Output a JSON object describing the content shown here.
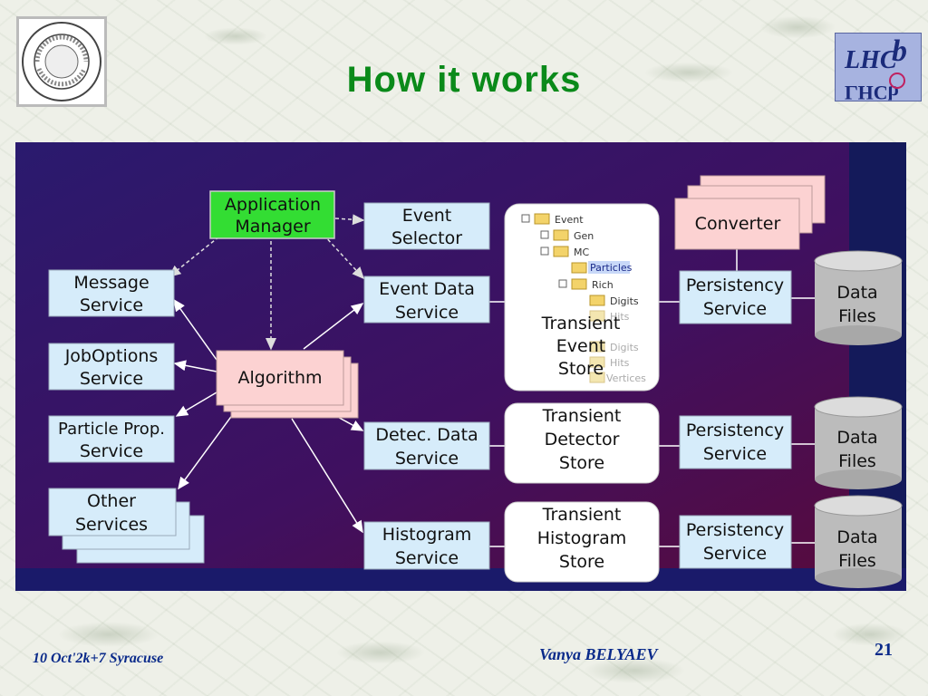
{
  "slide": {
    "title": "How it works",
    "footer_left": "10 Oct'2k+7  Syracuse",
    "footer_author": "Vanya  BELYAEV",
    "page_number": "21"
  },
  "logos": {
    "left": "syracuse-university-seal",
    "right": "lhcb-logo"
  },
  "diagram": {
    "application_manager": [
      "Application",
      "Manager"
    ],
    "event_selector": [
      "Event",
      "Selector"
    ],
    "message_service": [
      "Message",
      "Service"
    ],
    "joboptions_service": [
      "JobOptions",
      "Service"
    ],
    "particle_prop_service": [
      "Particle Prop.",
      "Service"
    ],
    "other_services": [
      "Other",
      "Services"
    ],
    "algorithm": "Algorithm",
    "event_data_service": [
      "Event Data",
      "Service"
    ],
    "detec_data_service": [
      "Detec. Data",
      "Service"
    ],
    "histogram_service": [
      "Histogram",
      "Service"
    ],
    "transient_event_store": [
      "Transient",
      "Event",
      "Store"
    ],
    "transient_detector_store": [
      "Transient",
      "Detector",
      "Store"
    ],
    "transient_histogram_store": [
      "Transient",
      "Histogram",
      "Store"
    ],
    "converter": "Converter",
    "persistency_service": [
      "Persistency",
      "Service"
    ],
    "data_files": [
      "Data",
      "Files"
    ],
    "event_tree": [
      "Event",
      "Gen",
      "MC",
      "Particles",
      "Rich",
      "Digits",
      "Hits",
      "Digits",
      "Hits",
      "Vertices"
    ]
  },
  "colors": {
    "diagram_bg_top": "#2a1a6e",
    "diagram_bg_bottom": "#5a0a3a",
    "app_manager": "#33dd33",
    "service_box": "#d6ecfa",
    "algorithm_box": "#fcd2d2",
    "title": "#0a8a1a",
    "footer": "#0a2a8a"
  }
}
